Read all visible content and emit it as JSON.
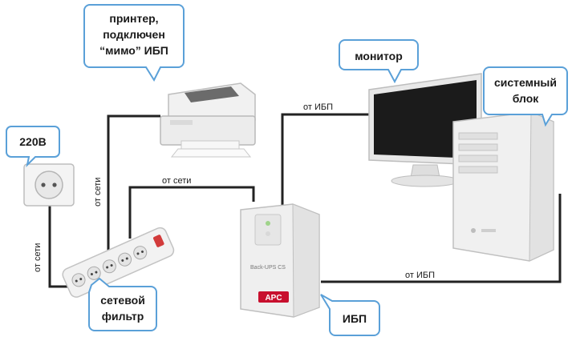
{
  "callouts": {
    "outlet": "220В",
    "printer": [
      "принтер,",
      "подключен",
      "“мимо” ИБП"
    ],
    "monitor": "монитор",
    "system_unit": [
      "системный",
      "блок"
    ],
    "filter": [
      "сетевой",
      "фильтр"
    ],
    "ups": "ИБП"
  },
  "wire_labels": {
    "from_mains": "от сети",
    "from_ups": "от ИБП"
  },
  "ups_brand": "APC",
  "ups_model": "Back-UPS CS",
  "colors": {
    "callout_border": "#5aa0d8",
    "wire": "#222222",
    "ups_logo": "#c8102e"
  }
}
